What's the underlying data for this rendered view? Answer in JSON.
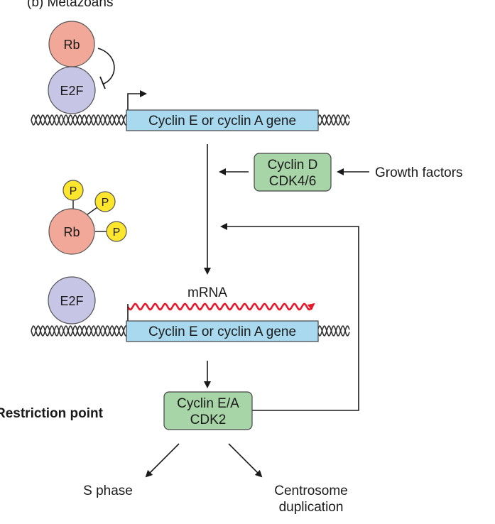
{
  "panel_label": "(b) Metazoans",
  "top_complex": {
    "rb": "Rb",
    "e2f": "E2F"
  },
  "gene_top": "Cyclin E or cyclin A gene",
  "gene_bottom": "Cyclin E or cyclin A gene",
  "cyclin_d_box": {
    "line1": "Cyclin D",
    "line2": "CDK4/6"
  },
  "growth_factors": "Growth factors",
  "phospho_rb": {
    "rb": "Rb",
    "phosphate": "P"
  },
  "e2f_free": "E2F",
  "mrna": "mRNA",
  "cyclin_ea_box": {
    "line1": "Cyclin E/A",
    "line2": "CDK2"
  },
  "restriction_point": "Restriction point",
  "s_phase": "S phase",
  "centrosome": {
    "line1": "Centrosome",
    "line2": "duplication"
  },
  "colors": {
    "rb_fill": "#f2a899",
    "e2f_fill": "#c7c5e6",
    "gene_fill": "#a9d9ef",
    "cdk_box_fill": "#a7d5a7",
    "phosphate_fill": "#ffe62e",
    "mrna": "#e8192c",
    "dna": "#333333"
  }
}
